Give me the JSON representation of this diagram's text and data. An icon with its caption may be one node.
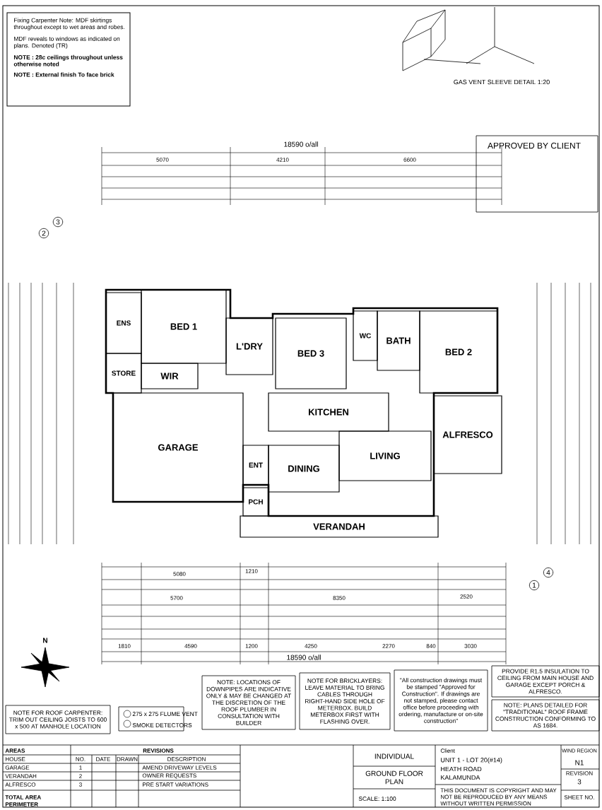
{
  "diagram": {
    "nodes": [
      {
        "text": [
          "ENS"
        ]
      },
      {
        "text": [
          "BED 1"
        ]
      },
      {
        "text": [
          "STORE"
        ]
      },
      {
        "text": [
          "WIR"
        ]
      },
      {
        "text": [
          "L'DRY"
        ]
      },
      {
        "text": [
          "BED 3"
        ]
      },
      {
        "text": [
          "WC"
        ]
      },
      {
        "text": [
          "BATH"
        ]
      },
      {
        "text": [
          "BED 2"
        ]
      },
      {
        "text": [
          "GARAGE"
        ]
      },
      {
        "text": [
          "KITCHEN"
        ]
      },
      {
        "text": [
          "ALFRESCO"
        ]
      },
      {
        "text": [
          "LIVING"
        ]
      },
      {
        "text": [
          "ENT"
        ]
      },
      {
        "text": [
          "DINING"
        ]
      },
      {
        "text": [
          "PCH"
        ]
      },
      {
        "text": [
          "VERANDAH"
        ]
      },
      {
        "text": [
          "NOTE FOR ROOF CARPENTER: TRIM OUT CEILING JOISTS TO 600 x 500 AT MANHOLE LOCATION"
        ]
      },
      {
        "text": [
          "NOTE: LOCATIONS OF DOWNPIPES ARE INDICATIVE ONLY & MAY BE CHANGED AT THE DISCRETION OF THE ROOF PLUMBER IN CONSULTATION WITH BUILDER"
        ]
      },
      {
        "text": [
          "NOTE FOR BRICKLAYERS: LEAVE MATERIAL TO BRING CABLES THROUGH RIGHT-HAND SIDE HOLE OF METERBOX. BUILD METERBOX FIRST WITH FLASHING OVER."
        ]
      },
      {
        "text": [
          "\"All construction drawings must be stamped \"Approved for Construction\". If drawings are not stamped, please contact office before proceeding with ordering, manufacture or on-site construction\""
        ]
      },
      {
        "text": [
          "PROVIDE R1.5 INSULATION TO CEILING FROM MAIN HOUSE AND GARAGE EXCEPT PORCH & ALFRESCO."
        ]
      },
      {
        "text": [
          "NOTE: PLANS DETAILED FOR \"TRADITIONAL\" ROOF FRAME CONSTRUCTION CONFORMING TO AS 1684."
        ]
      }
    ],
    "labels": [
      "Fixing Carpenter Note: MDF skirtings throughout except to wet areas and robes.",
      "MDF reveals to windows as indicated on plans. Denoted (TR)",
      "NOTE : 28c ceilings throughout unless otherwise noted",
      "NOTE : External finish To face brick",
      "GAS VENT SLEEVE DETAIL 1:20",
      "18590 o/all",
      "APPROVED BY CLIENT",
      "5070",
      "4210",
      "6600",
      "2",
      "3",
      "5080",
      "1210",
      "1",
      "4",
      "5700",
      "8350",
      "2520",
      "1810",
      "4590",
      "1200",
      "4250",
      "2270",
      "840",
      "3030",
      "18590 o/all",
      "N",
      "275 x 275 FLUME VENT",
      "SMOKE DETECTORS",
      "AREAS",
      "HOUSE",
      "GARAGE",
      "VERANDAH",
      "ALFRESCO",
      "TOTAL AREA",
      "PERIMETER",
      "REVISIONS",
      "NO.",
      "DATE",
      "DRAWN",
      "DESCRIPTION",
      "1",
      "AMEND DRIVEWAY LEVELS",
      "2",
      "OWNER REQUESTS",
      "3",
      "PRE START VARIATIONS",
      "INDIVIDUAL",
      "GROUND FLOOR PLAN",
      "SCALE: 1:100",
      "Client",
      "UNIT 1 - LOT 20(#14)",
      "HEATH ROAD",
      "KALAMUNDA",
      "THIS DOCUMENT IS COPYRIGHT AND MAY NOT BE REPRODUCED BY ANY MEANS WITHOUT WRITTEN PERMISSION",
      "WIND REGION",
      "N1",
      "REVISION",
      "3",
      "SHEET NO."
    ]
  }
}
